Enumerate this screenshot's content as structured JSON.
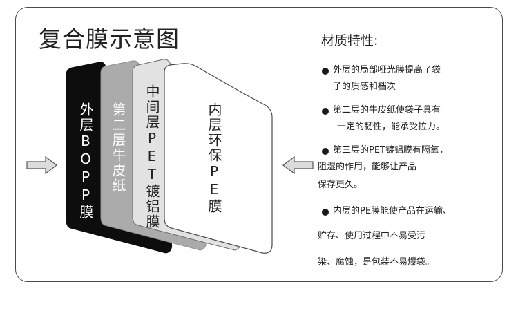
{
  "title": "复合膜示意图",
  "properties_title": "材质特性:",
  "layers": [
    {
      "label": "外层BOPP膜",
      "fill": "#0d0d0d",
      "text_color": "#ffffff"
    },
    {
      "label": "第二层牛皮纸",
      "fill": "#ababab",
      "text_color": "#ffffff"
    },
    {
      "label": "中间层PET镀铝膜",
      "fill": "#e2e2e2",
      "text_color": "#222222"
    },
    {
      "label": "内层环保PE膜",
      "fill": "#ffffff",
      "text_color": "#222222"
    }
  ],
  "bullets": [
    {
      "line1": "外层的局部哑光膜提高了袋",
      "line2": "子的质感和档次"
    },
    {
      "line1": "第二层的牛皮纸使袋子具有",
      "line2": "一定的韧性，能承受拉力。"
    },
    {
      "line1": "第三层的PET镀铝膜有隔氧，",
      "line2": "阻湿的作用，能够让产品",
      "line3": "保存更久。"
    },
    {
      "line1": "内层的PE膜能使产品在运输、",
      "line2": "贮存、使用过程中不易受污",
      "line3": "染、腐蚀，是包装不易爆袋。"
    }
  ],
  "colors": {
    "border": "#4a4a4a",
    "arrow_fill": "#dcdcdc",
    "arrow_stroke": "#555555"
  },
  "icons": [
    "arrow-right-icon",
    "arrow-left-icon",
    "bullet-dot-icon"
  ]
}
